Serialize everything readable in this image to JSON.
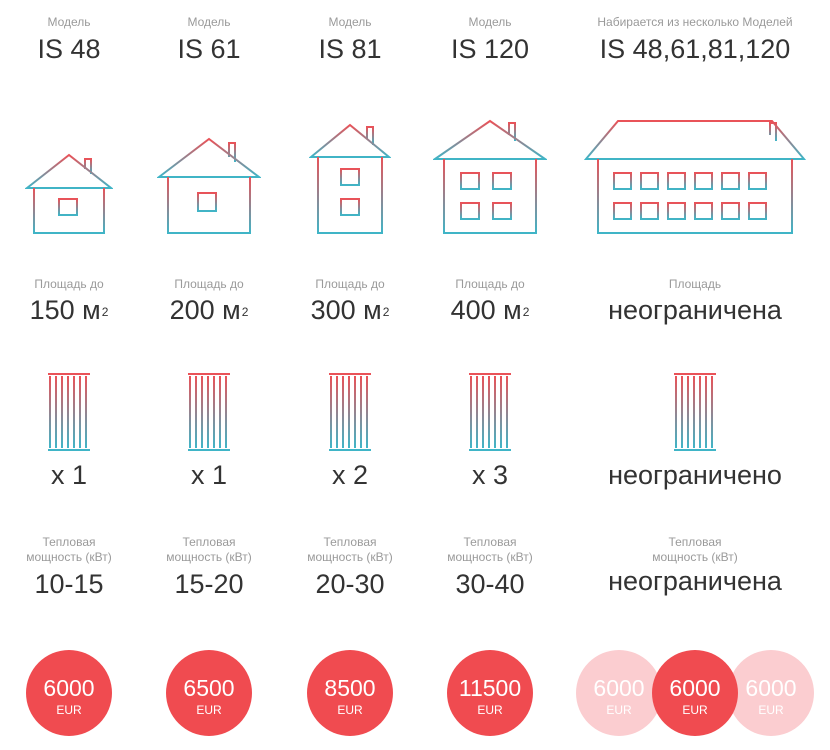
{
  "columns": [
    {
      "model_label": "Модель",
      "model": "IS 48",
      "area_label": "Площадь до",
      "area": "150 м",
      "area_sup": "2",
      "count": "x 1",
      "power_label_1": "Тепловая",
      "power_label_2": "мощность (кВт)",
      "power": "10-15",
      "price": "6000",
      "currency": "EUR"
    },
    {
      "model_label": "Модель",
      "model": "IS 61",
      "area_label": "Площадь до",
      "area": "200 м",
      "area_sup": "2",
      "count": "x 1",
      "power_label_1": "Тепловая",
      "power_label_2": "мощность (кВт)",
      "power": "15-20",
      "price": "6500",
      "currency": "EUR"
    },
    {
      "model_label": "Модель",
      "model": "IS 81",
      "area_label": "Площадь до",
      "area": "300 м",
      "area_sup": "2",
      "count": "x 2",
      "power_label_1": "Тепловая",
      "power_label_2": "мощность (кВт)",
      "power": "20-30",
      "price": "8500",
      "currency": "EUR"
    },
    {
      "model_label": "Модель",
      "model": "IS 120",
      "area_label": "Площадь до",
      "area": "400 м",
      "area_sup": "2",
      "count": "x 3",
      "power_label_1": "Тепловая",
      "power_label_2": "мощность (кВт)",
      "power": "30-40",
      "price": "11500",
      "currency": "EUR"
    },
    {
      "model_label": "Набирается из несколько Моделей",
      "model": "IS 48,61,81,120",
      "area_label": "Площадь",
      "area": "неограничена",
      "count": "неограничено",
      "power_label_1": "Тепловая",
      "power_label_2": "мощность (кВт)",
      "power": "неограничена",
      "price_left": "6000",
      "price": "6000",
      "price_right": "6000",
      "currency": "EUR"
    }
  ],
  "colors": {
    "accent": "#f04b50",
    "accent_faded": "#fbcdd0",
    "gradient_top": "#e8545a",
    "gradient_bottom": "#3fb6c8"
  },
  "icons": {
    "house": "house-icon",
    "radiator": "radiator-icon"
  }
}
